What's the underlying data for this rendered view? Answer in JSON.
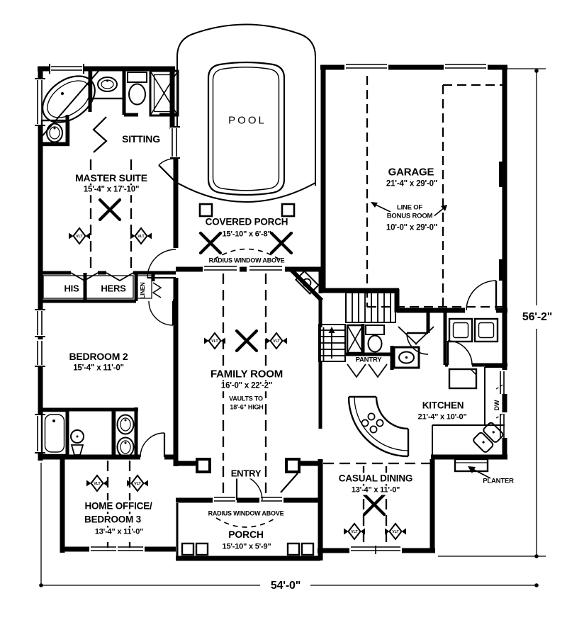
{
  "plan": {
    "rooms": {
      "sitting": {
        "name": "SITTING"
      },
      "master_suite": {
        "name": "MASTER SUITE",
        "dims": "15'-4\" x 17'-10\""
      },
      "pool": {
        "name": "POOL"
      },
      "covered_porch": {
        "name": "COVERED PORCH",
        "dims": "15'-10\" x 6'-8\""
      },
      "garage": {
        "name": "GARAGE",
        "dims": "21'-4\" x 29'-0\""
      },
      "bonus_room": {
        "note_line1": "LINE OF",
        "note_line2": "BONUS ROOM",
        "dims": "10'-0\" x 29'-0\""
      },
      "his_closet": {
        "name": "HIS"
      },
      "hers_closet": {
        "name": "HERS"
      },
      "linen_closet": {
        "name": "LINEN"
      },
      "bedroom_2": {
        "name": "BEDROOM 2",
        "dims": "15'-4\" x 11'-0\""
      },
      "family_room": {
        "name": "FAMILY ROOM",
        "dims": "16'-0\" x 22'-2\"",
        "note_line1": "VAULTS TO",
        "note_line2": "18'-6\" HIGH"
      },
      "pantry": {
        "name": "PANTRY"
      },
      "kitchen": {
        "name": "KITCHEN",
        "dims": "21'-4\" x 10'-0\""
      },
      "casual_dining": {
        "name": "CASUAL DINING",
        "dims": "13'-4\" x 11'-0\""
      },
      "home_office": {
        "name_line1": "HOME OFFICE/",
        "name_line2": "BEDROOM 3",
        "dims": "13'-4\" x 11'-0\""
      },
      "entry": {
        "name": "ENTRY"
      },
      "porch": {
        "name": "PORCH",
        "dims": "15'-10\" x 5'-9\""
      },
      "planter": {
        "name": "PLANTER"
      }
    },
    "annotations": {
      "radius_window_top": "RADIUS WINDOW ABOVE",
      "radius_window_bottom": "RADIUS WINDOW ABOVE"
    },
    "symbols": {
      "vlt": "VLT",
      "dw": "DW"
    },
    "dimensions": {
      "overall_width": "54'-0\"",
      "overall_height": "56'-2\""
    },
    "colors": {
      "line": "#000000",
      "background": "#ffffff"
    }
  }
}
